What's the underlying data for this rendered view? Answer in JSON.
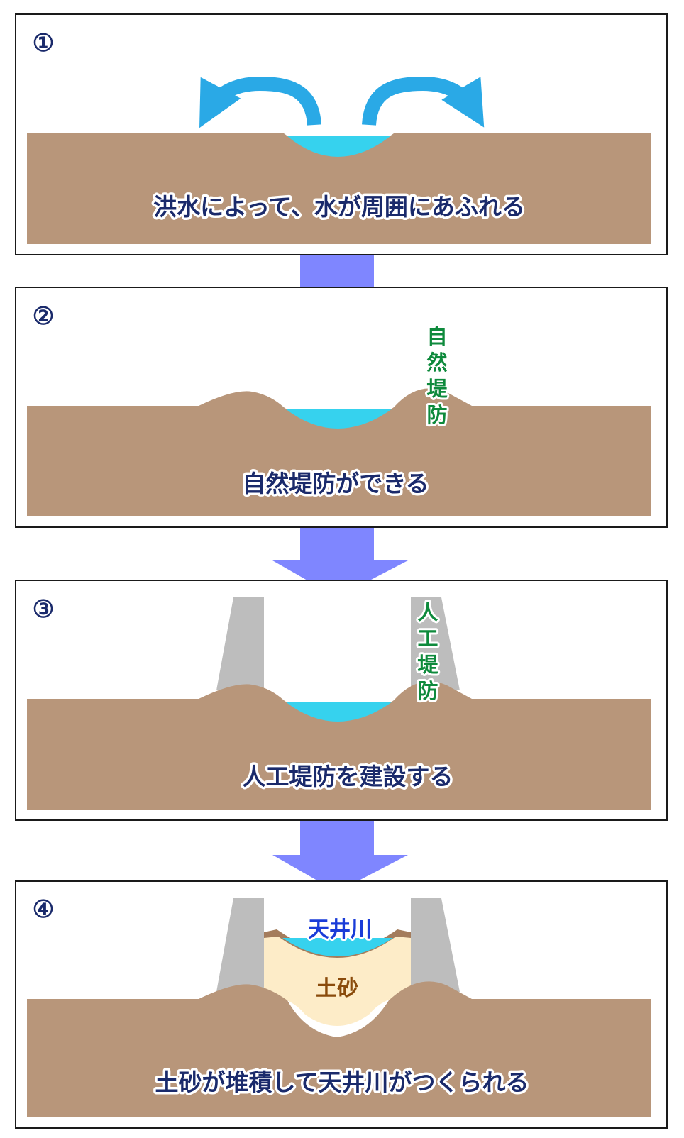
{
  "colors": {
    "ground": "#b8967a",
    "water": "#36d2ee",
    "flow_arrow": "#2aa9e6",
    "step_arrow": "#7f86ff",
    "levee_artificial": "#bdbdbd",
    "sediment": "#fdecc8",
    "sediment_edge": "#a47c5c",
    "frame": "#1a1a1a"
  },
  "steps": [
    {
      "number": "①",
      "caption": "洪水によって、水が周囲にあふれる"
    },
    {
      "number": "②",
      "caption": "自然堤防ができる",
      "side_label": "自然堤防"
    },
    {
      "number": "③",
      "caption": "人工堤防を建設する",
      "side_label": "人工堤防"
    },
    {
      "number": "④",
      "caption": "土砂が堆積して天井川がつくられる",
      "river_label": "天井川",
      "sediment_label": "土砂"
    }
  ]
}
